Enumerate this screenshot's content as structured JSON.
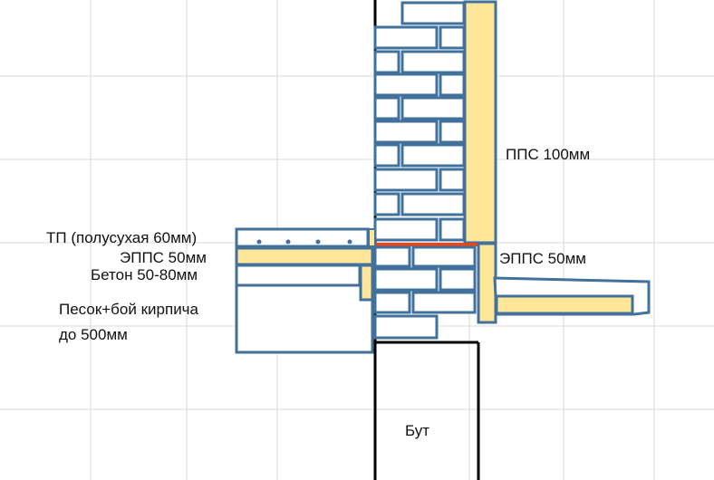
{
  "labels": {
    "pps_100": "ППС 100мм",
    "tp": "ТП (полусухая 60мм)",
    "epps_left": "ЭППС 50мм",
    "beton": "Бетон 50-80мм",
    "pesok_line1": "Песок+бой кирпича",
    "pesok_line2": "до 500мм",
    "epps_right": "ЭППС 50мм",
    "but": "Бут"
  },
  "colors": {
    "background": "#ffffff",
    "grid": "#d9d9d9",
    "outline": "#41719c",
    "insulation_fill": "#ffe699",
    "waterproofing": "#e8461e",
    "foundation_line": "#000000",
    "text": "#111111"
  }
}
